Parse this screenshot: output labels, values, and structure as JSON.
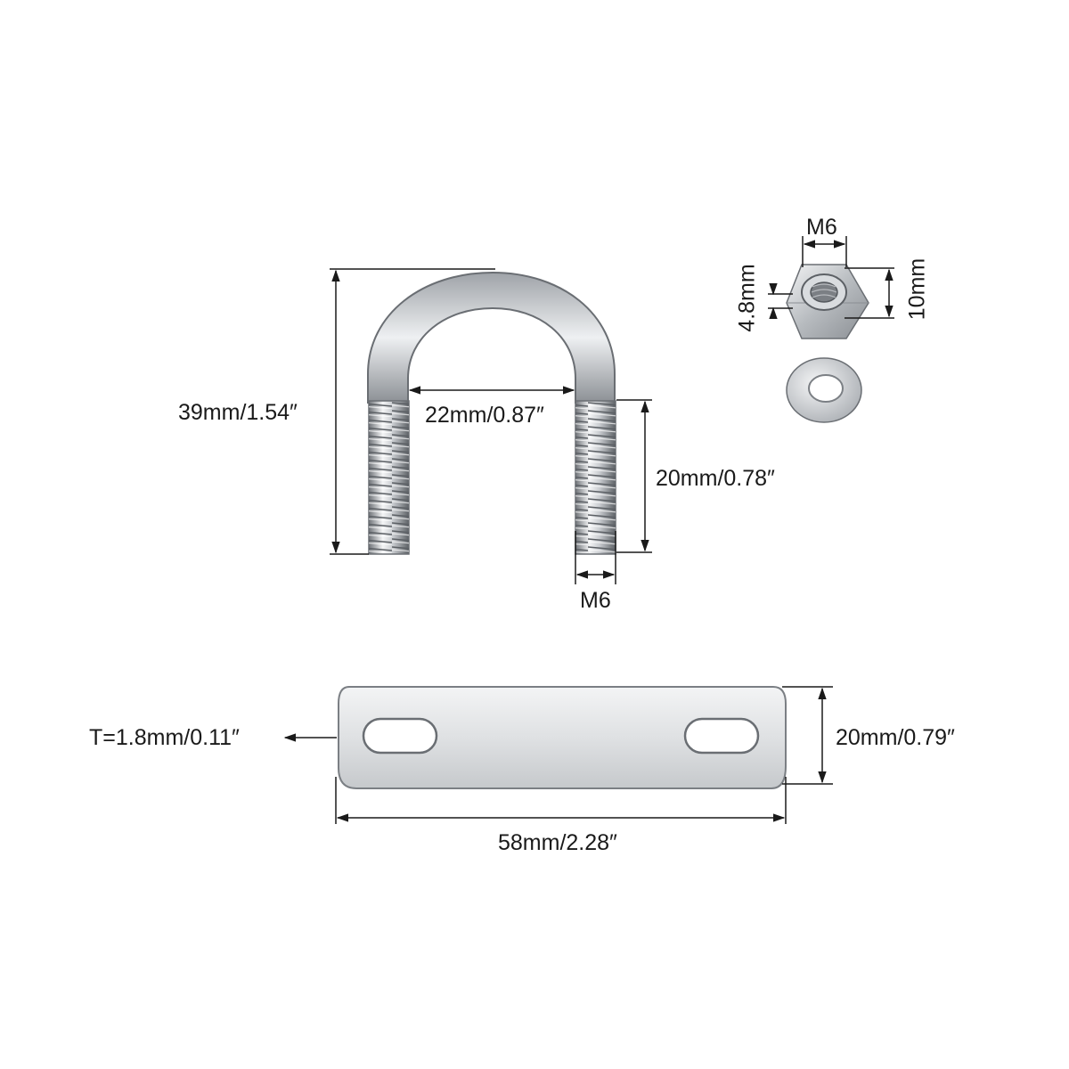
{
  "ubolt": {
    "height_label": "39mm/1.54″",
    "inner_width_label": "22mm/0.87″",
    "thread_length_label": "20mm/0.78″",
    "thread_size_label": "M6"
  },
  "nut": {
    "thread_label": "M6",
    "thickness_label": "4.8mm",
    "width_label": "10mm"
  },
  "plate": {
    "thickness_label": "T=1.8mm/0.11″",
    "width_label": "20mm/0.79″",
    "length_label": "58mm/2.28″"
  }
}
